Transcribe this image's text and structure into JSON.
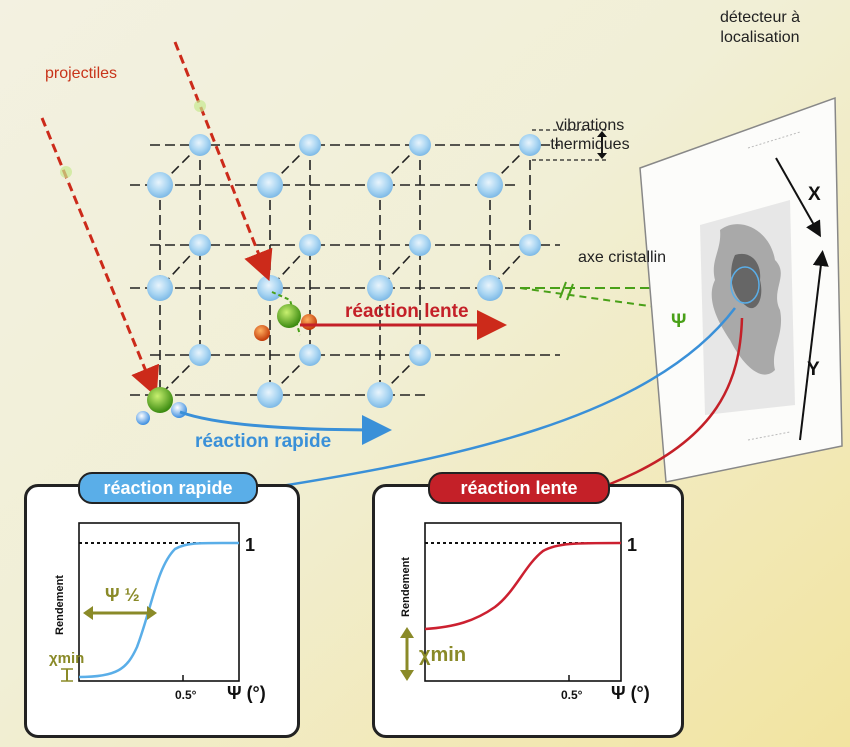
{
  "labels": {
    "projectiles": "projectiles",
    "vibrations_line1": "vibrations",
    "vibrations_line2": "thermiques",
    "detector_line1": "détecteur à",
    "detector_line2": "localisation",
    "axe": "axe cristallin",
    "psi": "Ψ",
    "x": "X",
    "y": "Y",
    "reaction_lente": "réaction lente",
    "reaction_rapide": "réaction rapide"
  },
  "plots": {
    "rapide": {
      "title": "réaction rapide",
      "ylabel": "Rendement",
      "one": "1",
      "tick": "0.5°",
      "xlabel": "Ψ (°)",
      "psi_half": "Ψ ½",
      "chi": "χmin",
      "color": "#5aaee8"
    },
    "lente": {
      "title": "réaction lente",
      "ylabel": "Rendement",
      "one": "1",
      "tick": "0.5°",
      "xlabel": "Ψ (°)",
      "chi": "χmin",
      "color": "#cc2030"
    }
  },
  "colors": {
    "atom": "#a8d4f0",
    "projectile_path": "#cc2a1a",
    "green": "#49a018",
    "orange": "#d14a12",
    "olive": "#8a8a28",
    "fast_blue": "#3a90d8",
    "slow_red": "#c42028"
  }
}
